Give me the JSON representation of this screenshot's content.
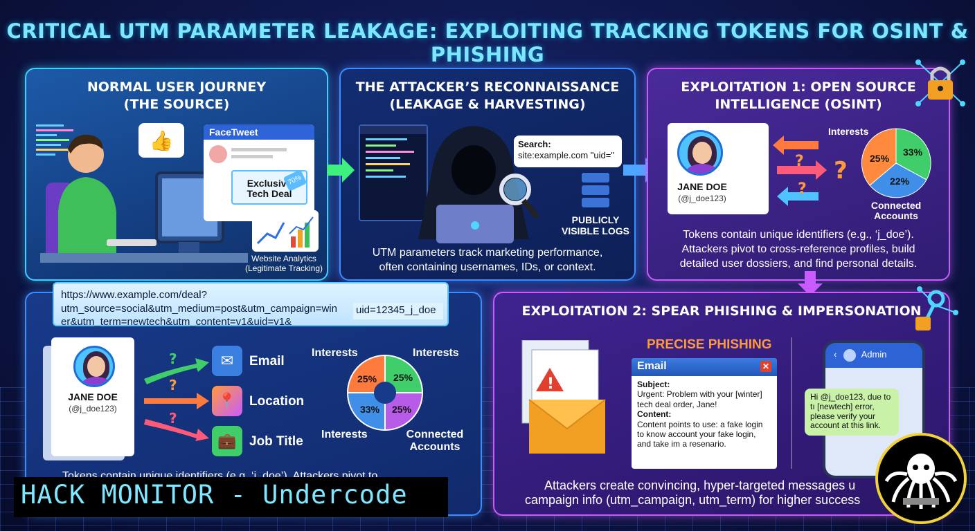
{
  "title": "CRITICAL UTM PARAMETER LEAKAGE: EXPLOITING TRACKING TOKENS FOR OSINT & PHISHING",
  "panel1": {
    "title_l1": "NORMAL USER JOURNEY",
    "title_l2": "(THE SOURCE)",
    "social_app": "FaceTweet",
    "ad_l1": "Exclusive",
    "ad_l2": "Tech Deal",
    "ad_tag": "70%",
    "analytics_l1": "Website Analytics",
    "analytics_l2": "(Legitimate Tracking)"
  },
  "url": {
    "line1": "https://www.example.com/deal?",
    "line2": "utm_source=social&utm_medium=post&utm_campaign=win",
    "line2b": "uid=12345_j_doe",
    "line3": "er&utm_term=newtech&utm_content=v1&uid=v1&"
  },
  "panel2": {
    "title_l1": "THE ATTACKER’S RECONNAISSANCE",
    "title_l2": "(LEAKAGE & HARVESTING)",
    "search_l1": "Search:",
    "search_l2": "site:example.com \"uid=\"",
    "logs_l1": "PUBLICLY",
    "logs_l2": "VISIBLE LOGS",
    "desc_l1": "UTM parameters track marketing performance,",
    "desc_l2": "often containing usernames, IDs, or context."
  },
  "panel3": {
    "title_l1": "EXPLOITATION 1: OPEN SOURCE",
    "title_l2": "INTELLIGENCE (OSINT)",
    "name": "JANE DOE",
    "handle": "(@j_doe123)",
    "interests": "Interests",
    "connected_l1": "Connected",
    "connected_l2": "Accounts",
    "pie_a": "25%",
    "pie_b": "33%",
    "pie_c": "22%",
    "desc_l1": "Tokens contain unique identifiers (e.g., ‘j_doe’).",
    "desc_l2": "Attackers pivot to cross-reference profiles, build",
    "desc_l3": "detailed user dossiers, and find personal details."
  },
  "panel4": {
    "name": "JANE DOE",
    "handle": "(@j_doe123)",
    "email": "Email",
    "location": "Location",
    "job": "Job Title",
    "interests1": "Interests",
    "interests2": "Interests",
    "interests3": "Interests",
    "connected_l1": "Connected",
    "connected_l2": "Accounts",
    "pie_a": "25%",
    "pie_b": "25%",
    "pie_c": "33%",
    "pie_d": "25%",
    "desc": "Tokens contain unique identifiers (e.g. ‘j_doe’). Attackers pivot to"
  },
  "panel5": {
    "title": "EXPLOITATION 2: SPEAR PHISHING & IMPERSONATION",
    "precise": "PRECISE PHISHING",
    "email_title": "Email",
    "subject_label": "Subject:",
    "subject_text": "Urgent: Problem with your [winter] tech deal order, Jane!",
    "content_label": "Content:",
    "content_text": "Content points to use: a fake login to know account your fake login, and take im a resenario.",
    "phone_contact": "Admin",
    "sms": "Hi @j_doe123, due to tı [newtech] error, please verify your account at this link.",
    "desc_l1": "Attackers create convincing, hyper-targeted messages u",
    "desc_l2": "campaign info (utm_campaign, utm_term) for higher success"
  },
  "banner": "HACK MONITOR - Undercode",
  "colors": {
    "title": "#7fe6ff",
    "panel_cyan": "#3ed0ff",
    "panel_blue": "#3d8dff",
    "panel_purple": "#c85cff",
    "precise": "#ff9a3c"
  }
}
